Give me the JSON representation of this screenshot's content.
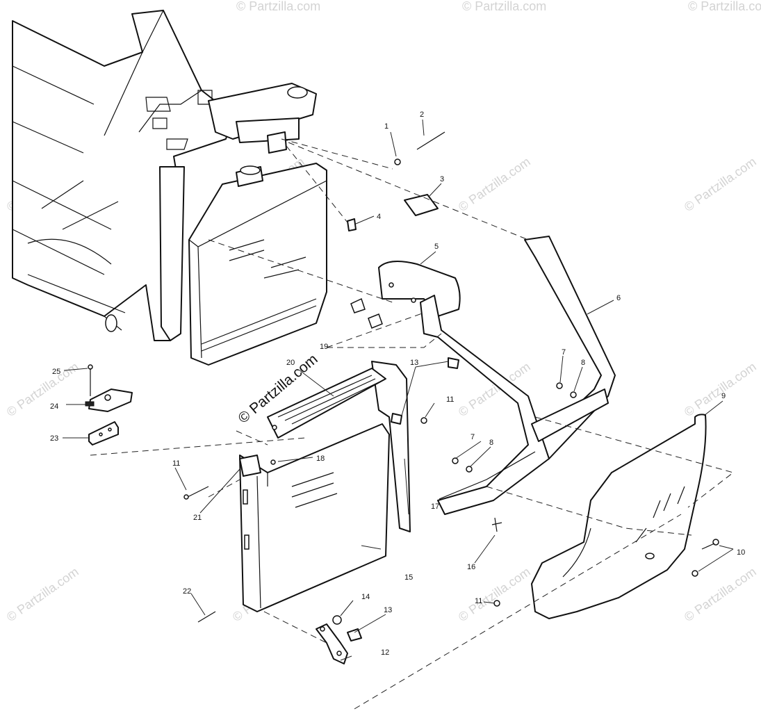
{
  "diagram": {
    "watermark": "© Partzilla.com",
    "callouts": [
      "1",
      "2",
      "3",
      "4",
      "5",
      "6",
      "7",
      "8",
      "9",
      "10",
      "11",
      "12",
      "13",
      "14",
      "15",
      "16",
      "17",
      "18",
      "19",
      "20",
      "21",
      "22",
      "23",
      "24",
      "25"
    ]
  }
}
